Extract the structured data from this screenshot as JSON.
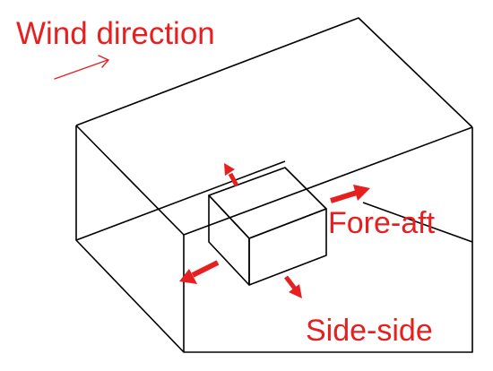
{
  "labels": {
    "wind_direction": "Wind direction",
    "fore_aft": "Fore-aft",
    "side_side": "Side-side"
  },
  "colors": {
    "line": "#000000",
    "accent": "#e62020",
    "background": "#ffffff"
  },
  "icons": {
    "wind_arrow": "thin-arrow-right",
    "motion_arrows": "thick-arrow"
  }
}
